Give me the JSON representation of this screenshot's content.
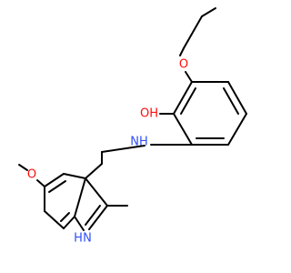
{
  "molecule": {
    "atoms": {
      "ether_oxygen_top": "O",
      "hydroxyl": "OH",
      "amine": "NH",
      "methoxy_oxygen": "O",
      "indole_nitrogen": "N",
      "indole_hydrogen": "H"
    },
    "colors": {
      "bond": "#000000",
      "oxygen": "#ff0d0d",
      "nitrogen": "#3050f8"
    }
  }
}
